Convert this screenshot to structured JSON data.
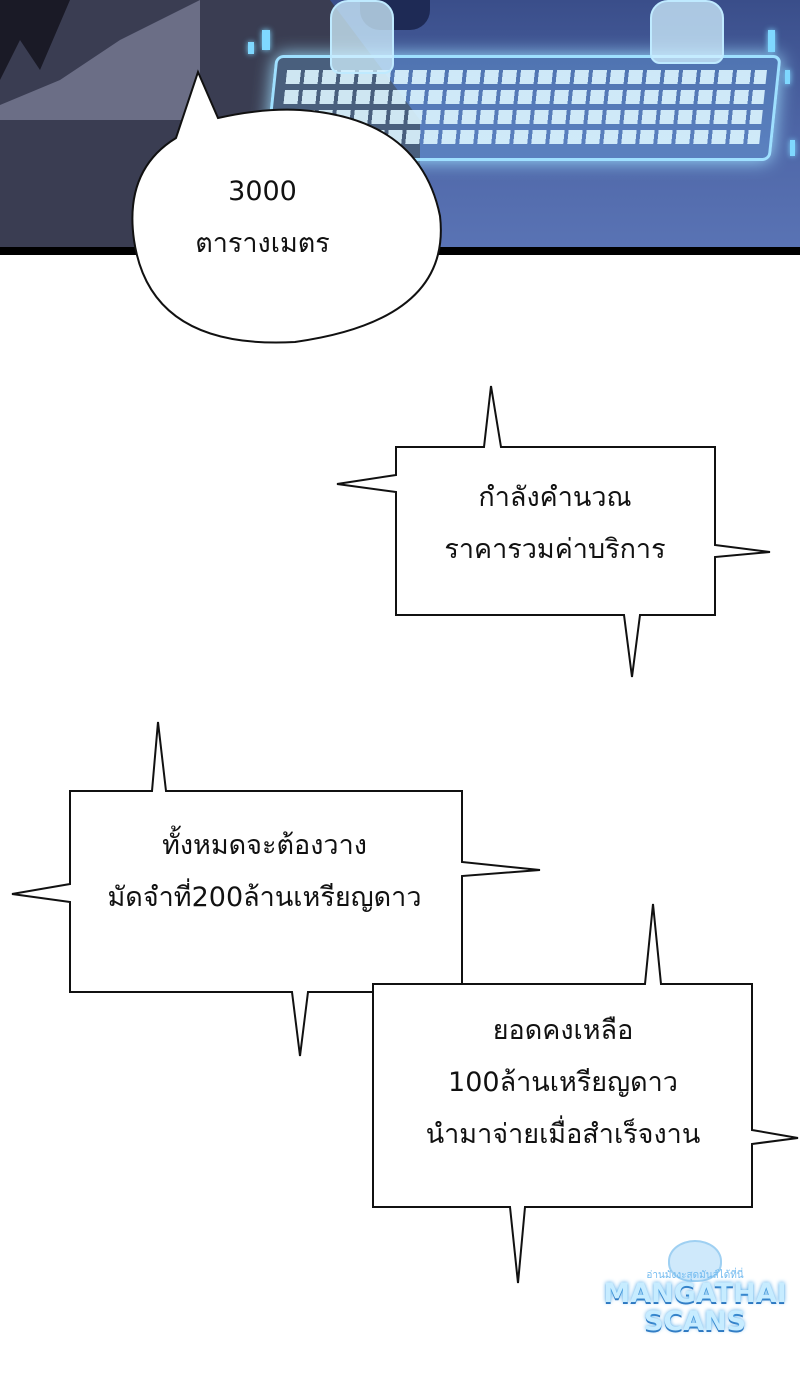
{
  "bubbles": {
    "area": {
      "line1": "3000",
      "line2": "ตารางเมตร"
    },
    "calculating": {
      "line1": "กำลังคำนวณ",
      "line2": "ราคารวมค่าบริการ"
    },
    "deposit": {
      "line1": "ทั้งหมดจะต้องวาง",
      "line2": "มัดจำที่200ล้านเหรียญดาว"
    },
    "balance": {
      "line1": "ยอดคงเหลือ",
      "line2": "100ล้านเหรียญดาว",
      "line3": "นำมาจ่ายเมื่อสำเร็จงาน"
    }
  },
  "watermark": {
    "tagline": "อ่านมังงะสุดมันส์ได้ที่นี่",
    "name_line1": "MANGATHAI",
    "name_line2": "SCANS"
  },
  "colors": {
    "panel_bg": "#4f67a8",
    "hologram": "#9fe0ff",
    "bubble_border": "#111111"
  }
}
